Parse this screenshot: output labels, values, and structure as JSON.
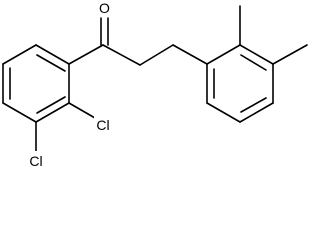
{
  "molecule": {
    "atoms": {
      "oxygen": "O",
      "chlorine_upper": "Cl",
      "chlorine_lower": "Cl"
    },
    "colors": {
      "bond": "#000000",
      "label": "#000000",
      "background": "#ffffff"
    }
  }
}
